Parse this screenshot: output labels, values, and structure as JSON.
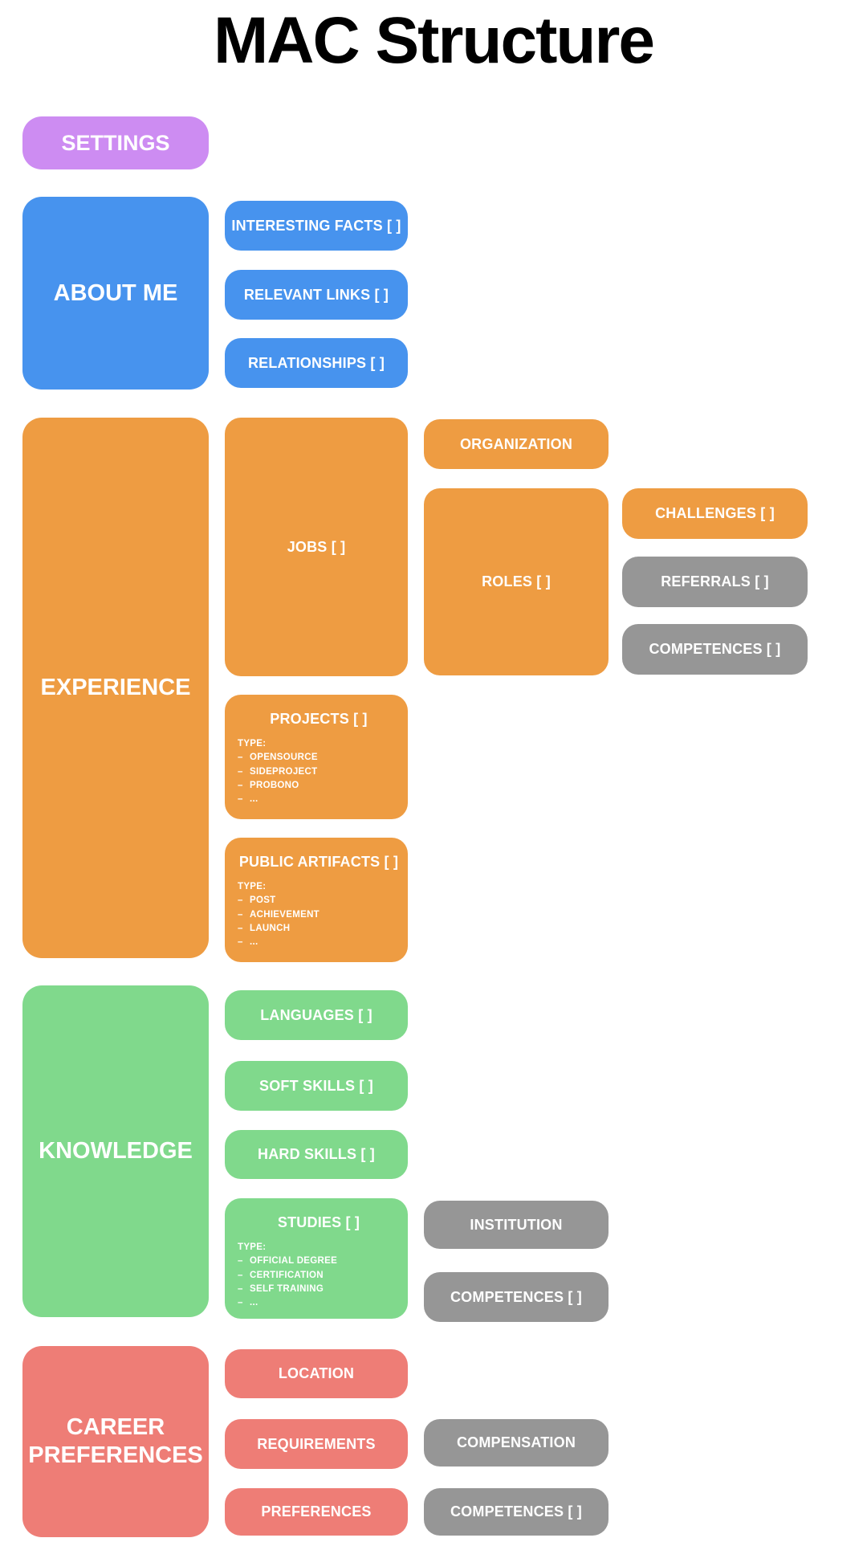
{
  "title": "MAC Structure",
  "colors": {
    "purple": "#cd8cf2",
    "blue": "#4793ee",
    "orange": "#ee9c42",
    "green": "#80d98c",
    "red": "#ee7d76",
    "gray": "#969696"
  },
  "nodes": {
    "settings": {
      "label": "SETTINGS"
    },
    "about_me": {
      "label": "ABOUT ME"
    },
    "interesting_facts": {
      "label": "INTERESTING FACTS [ ]"
    },
    "relevant_links": {
      "label": "RELEVANT LINKS [ ]"
    },
    "relationships": {
      "label": "RELATIONSHIPS [ ]"
    },
    "experience": {
      "label": "EXPERIENCE"
    },
    "jobs": {
      "label": "JOBS [ ]"
    },
    "organization": {
      "label": "ORGANIZATION"
    },
    "roles": {
      "label": "ROLES [ ]"
    },
    "challenges": {
      "label": "CHALLENGES [ ]"
    },
    "referrals": {
      "label": "REFERRALS [ ]"
    },
    "competences_roles": {
      "label": "COMPETENCES [ ]"
    },
    "projects": {
      "label": "PROJECTS [ ]",
      "type_heading": "TYPE:",
      "types": [
        "OPENSOURCE",
        "SIDEPROJECT",
        "PROBONO",
        "..."
      ]
    },
    "public_artifacts": {
      "label": "PUBLIC ARTIFACTS [ ]",
      "type_heading": "TYPE:",
      "types": [
        "POST",
        "ACHIEVEMENT",
        "LAUNCH",
        "..."
      ]
    },
    "knowledge": {
      "label": "KNOWLEDGE"
    },
    "languages": {
      "label": "LANGUAGES [ ]"
    },
    "soft_skills": {
      "label": "SOFT SKILLS [ ]"
    },
    "hard_skills": {
      "label": "HARD SKILLS [ ]"
    },
    "studies": {
      "label": "STUDIES [ ]",
      "type_heading": "TYPE:",
      "types": [
        "OFFICIAL DEGREE",
        "CERTIFICATION",
        "SELF TRAINING",
        "..."
      ]
    },
    "institution": {
      "label": "INSTITUTION"
    },
    "competences_studies": {
      "label": "COMPETENCES [ ]"
    },
    "career_preferences": {
      "label": "CAREER PREFERENCES"
    },
    "location": {
      "label": "LOCATION"
    },
    "requirements": {
      "label": "REQUIREMENTS"
    },
    "compensation": {
      "label": "COMPENSATION"
    },
    "preferences": {
      "label": "PREFERENCES"
    },
    "competences_career": {
      "label": "COMPETENCES [ ]"
    }
  }
}
